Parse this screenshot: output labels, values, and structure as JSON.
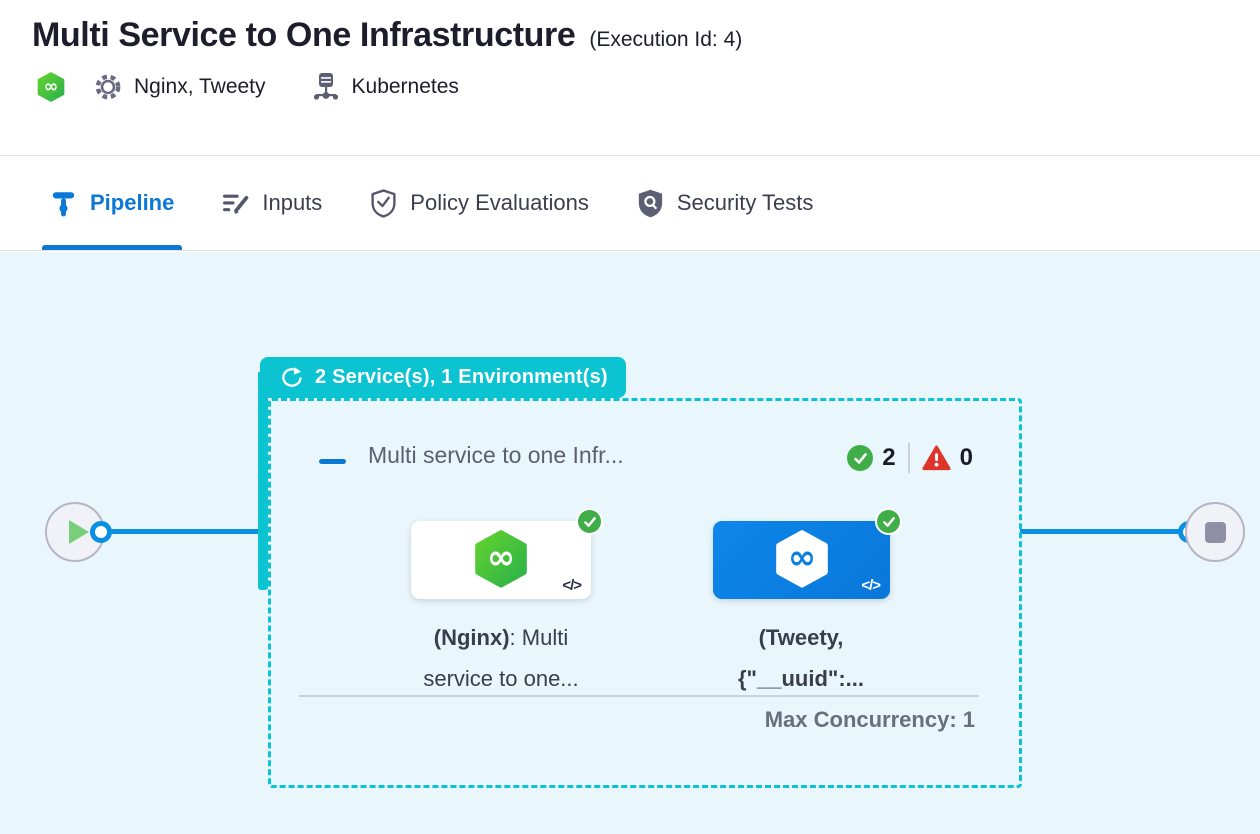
{
  "header": {
    "title": "Multi Service to One Infrastructure",
    "execution_id": "(Execution Id: 4)",
    "services_label": "Nginx, Tweety",
    "environment_label": "Kubernetes"
  },
  "tabs": [
    {
      "label": "Pipeline",
      "active": true
    },
    {
      "label": "Inputs",
      "active": false
    },
    {
      "label": "Policy Evaluations",
      "active": false
    },
    {
      "label": "Security Tests",
      "active": false
    }
  ],
  "pipeline": {
    "matrix_badge": "2 Service(s), 1 Environment(s)",
    "stage": {
      "name": "Multi service to one Infr...",
      "success_count": "2",
      "failed_count": "0",
      "max_concurrency_label": "Max Concurrency: 1",
      "services": [
        {
          "label_bold": "(Nginx)",
          "label_rest": ": Multi service to one...",
          "code_glyph": "</>"
        },
        {
          "label_bold": "(Tweety, {\"__uuid\":...",
          "label_rest": "",
          "code_glyph": "</>"
        }
      ]
    }
  },
  "colors": {
    "accent_teal": "#0cc3d2",
    "primary_blue": "#0b78d5",
    "connector_blue": "#0b8fe2",
    "success_green": "#3fae49",
    "error_red": "#df342a",
    "canvas_bg": "#e9f6fb"
  }
}
